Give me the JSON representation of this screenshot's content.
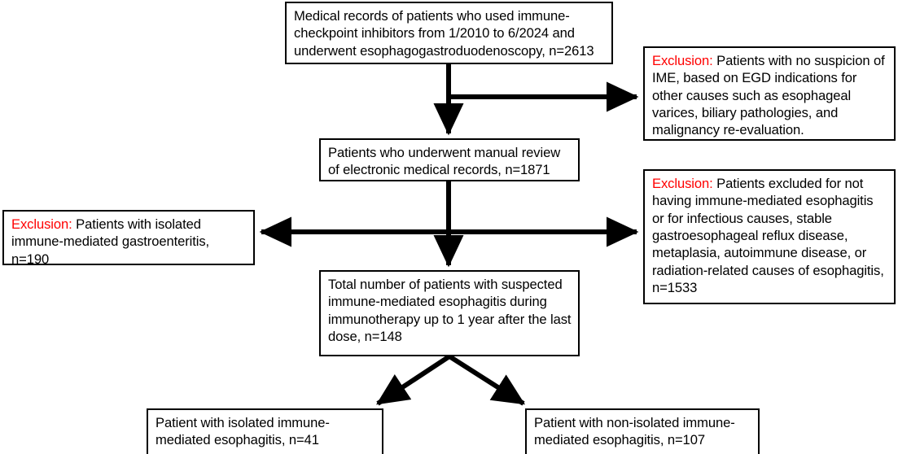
{
  "figure": {
    "type": "flowchart",
    "title": "Patient selection flow diagram for immune-mediated esophagitis",
    "accent_colors": {
      "exclusion_label": "#ff0000",
      "box_border": "#000000",
      "arrow": "#000000",
      "background": "#ffffff"
    }
  },
  "nodes": {
    "source": {
      "id": "source",
      "text": "Medical records of patients who used immune-checkpoint inhibitors from 1/2010 to 6/2024 and underwent esophagogastroduodenoscopy, n=2613",
      "n": 2613
    },
    "manual_review": {
      "id": "manual_review",
      "text": "Patients who underwent manual review of electronic medical records, n=1871",
      "n": 1871
    },
    "total_suspected": {
      "id": "total_suspected",
      "text": "Total number of patients with suspected immune-mediated esophagitis during immunotherapy up to 1 year after the last dose, n=148",
      "n": 148
    },
    "exclusion_egd": {
      "id": "exclusion_egd",
      "label": "Exclusion:",
      "text": " Patients with no suspicion of IME, based on EGD indications for other causes such as esophageal varices, biliary pathologies, and malignancy re-evaluation.",
      "n": null
    },
    "exclusion_other": {
      "id": "exclusion_other",
      "label": "Exclusion:",
      "text": " Patients excluded for not having immune-mediated esophagitis or for infectious causes, stable gastroesophageal reflux disease, metaplasia, autoimmune disease, or radiation-related causes of esophagitis, n=1533",
      "n": 1533
    },
    "exclusion_gastroenteritis": {
      "id": "exclusion_gastroenteritis",
      "label": "Exclusion:",
      "text": " Patients with isolated immune-mediated gastroenteritis, n=190",
      "n": 190
    },
    "isolated": {
      "id": "isolated",
      "text": "Patient with isolated immune-mediated esophagitis, n=41",
      "n": 41
    },
    "non_isolated": {
      "id": "non_isolated",
      "text": "Patient with non-isolated immune-mediated esophagitis, n=107",
      "n": 107
    }
  },
  "edges": [
    {
      "id": "source-to-manual",
      "from": "source",
      "to": "manual_review",
      "style": "solid",
      "arrow": "single-down"
    },
    {
      "id": "source-to-exclusion-egd",
      "from": "source",
      "to": "exclusion_egd",
      "style": "solid",
      "arrow": "single-right"
    },
    {
      "id": "manual-to-total",
      "from": "manual_review",
      "to": "total_suspected",
      "style": "solid",
      "arrow": "single-down"
    },
    {
      "id": "manual-to-exclusions",
      "from": "manual_review",
      "to": "exclusion_gastroenteritis,exclusion_other",
      "style": "solid",
      "arrow": "double-horizontal"
    },
    {
      "id": "total-to-isolated",
      "from": "total_suspected",
      "to": "isolated",
      "style": "solid",
      "arrow": "diagonal-down-left"
    },
    {
      "id": "total-to-non-isolated",
      "from": "total_suspected",
      "to": "non_isolated",
      "style": "solid",
      "arrow": "diagonal-down-right"
    }
  ]
}
